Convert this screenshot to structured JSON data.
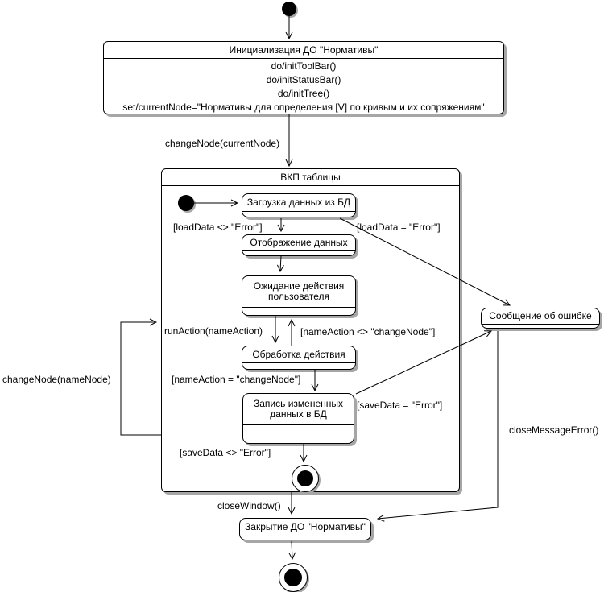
{
  "states": {
    "init": {
      "title": "Инициализация ДО \"Нормативы\"",
      "actions": [
        "do/initToolBar()",
        "do/initStatusBar()",
        "do/initTree()",
        "set/currentNode=\"Нормативы для определения [V] по кривым и их сопряжениям\""
      ]
    },
    "composite": {
      "title": "ВКП таблицы"
    },
    "load": {
      "title": "Загрузка данных из БД"
    },
    "display": {
      "title": "Отображение данных"
    },
    "wait": {
      "title": "Ожидание действия пользователя"
    },
    "process": {
      "title": "Обработка действия"
    },
    "save": {
      "title": "Запись измененных данных в БД"
    },
    "error": {
      "title": "Сообщение об ошибке"
    },
    "close": {
      "title": "Закрытие ДО \"Нормативы\""
    }
  },
  "transitions": {
    "change_node_current": "changeNode(currentNode)",
    "load_ok": "[loadData <> \"Error\"]",
    "load_err": "[loadData = \"Error\"]",
    "run_action": "runAction(nameAction)",
    "name_action_neq": "[nameAction <> \"changeNode\"]",
    "name_action_eq": "[nameAction = \"changeNode\"]",
    "save_err": "[saveData = \"Error\"]",
    "save_ok": "[saveData <> \"Error\"]",
    "change_node_name": "changeNode(nameNode)",
    "close_window": "closeWindow()",
    "close_message_error": "closeMessageError()"
  },
  "colors": {
    "line": "#000000",
    "state_fill": "#ffffff",
    "shadow": "#a6a6a6"
  }
}
